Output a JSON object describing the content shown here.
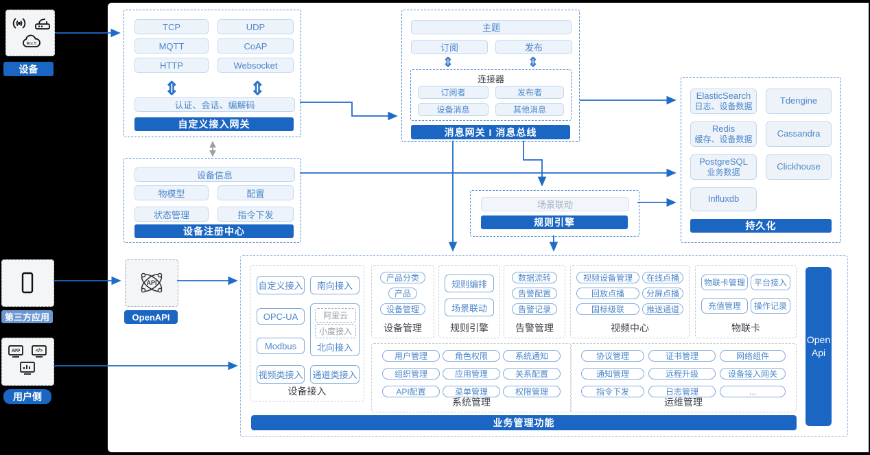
{
  "left_rail": {
    "device": {
      "label": "设备"
    },
    "third_party": {
      "label": "第三方应用"
    },
    "user_side": {
      "label": "用户侧"
    }
  },
  "custom_gateway": {
    "protocols": [
      "TCP",
      "UDP",
      "MQTT",
      "CoAP",
      "HTTP",
      "Websocket"
    ],
    "middleware": "认证、会话、编解码",
    "title": "自定义接入网关"
  },
  "device_registry": {
    "top_item": "设备信息",
    "items": [
      "物模型",
      "配置",
      "状态管理",
      "指令下发"
    ],
    "title": "设备注册中心"
  },
  "message_gateway": {
    "topic": "主题",
    "subscribe": "订阅",
    "publish": "发布",
    "connector_title": "连接器",
    "connector_items": [
      "订阅者",
      "发布者",
      "设备消息",
      "其他消息"
    ],
    "title": "消息网关 I 消息总线"
  },
  "persistence": {
    "databases": [
      {
        "name": "ElasticSearch",
        "desc": "日志、设备数据"
      },
      {
        "name": "Tdengine"
      },
      {
        "name": "Redis",
        "desc": "缓存、设备数据"
      },
      {
        "name": "Cassandra"
      },
      {
        "name": "PostgreSQL",
        "desc": "业务数据"
      },
      {
        "name": "Clickhouse"
      },
      {
        "name": "Influxdb"
      }
    ],
    "title": "持久化"
  },
  "rule_engine_core": {
    "item": "场景联动",
    "title": "规则引擎"
  },
  "openapi": {
    "label": "OpenAPI"
  },
  "business": {
    "title": "业务管理功能",
    "open_api_line1": "Open",
    "open_api_line2": "Api",
    "device_access": {
      "label": "设备接入",
      "custom": "自定义接入",
      "south": "南向接入",
      "opcua": "OPC-UA",
      "modbus": "Modbus",
      "video": "视频类接入",
      "channel": "通道类接入",
      "north": {
        "aliyun": "阿里云",
        "xiaodu": "小度接入",
        "label": "北向接入"
      }
    },
    "device_mgmt": {
      "label": "设备管理",
      "items": [
        "产品分类",
        "产品",
        "设备管理"
      ]
    },
    "rule_engine": {
      "label": "规则引擎",
      "items": [
        "规则编排",
        "场景联动"
      ]
    },
    "alarm_mgmt": {
      "label": "告警管理",
      "items": [
        "数据流转",
        "告警配置",
        "告警记录"
      ]
    },
    "video_center": {
      "label": "视频中心",
      "items": [
        "视频设备管理",
        "在线点播",
        "回放点播",
        "分屏点播",
        "国标级联",
        "推送通道"
      ]
    },
    "iot_card": {
      "label": "物联卡",
      "items": [
        "物联卡管理",
        "平台接入",
        "充值管理",
        "操作记录"
      ]
    },
    "system_mgmt": {
      "label": "系统管理",
      "items": [
        "用户管理",
        "角色权限",
        "系统通知",
        "组织管理",
        "应用管理",
        "关系配置",
        "API配置",
        "菜单管理",
        "权限管理"
      ]
    },
    "ops_mgmt": {
      "label": "运维管理",
      "items": [
        "协议管理",
        "证书管理",
        "网络组件",
        "通知管理",
        "远程升级",
        "设备接入网关",
        "指令下发",
        "日志管理",
        "..."
      ]
    }
  },
  "colors": {
    "accent": "#1a66c2",
    "chip_text": "#4c86ca",
    "arrow": "#1f6bc8",
    "light_label": "#6c97d0"
  }
}
